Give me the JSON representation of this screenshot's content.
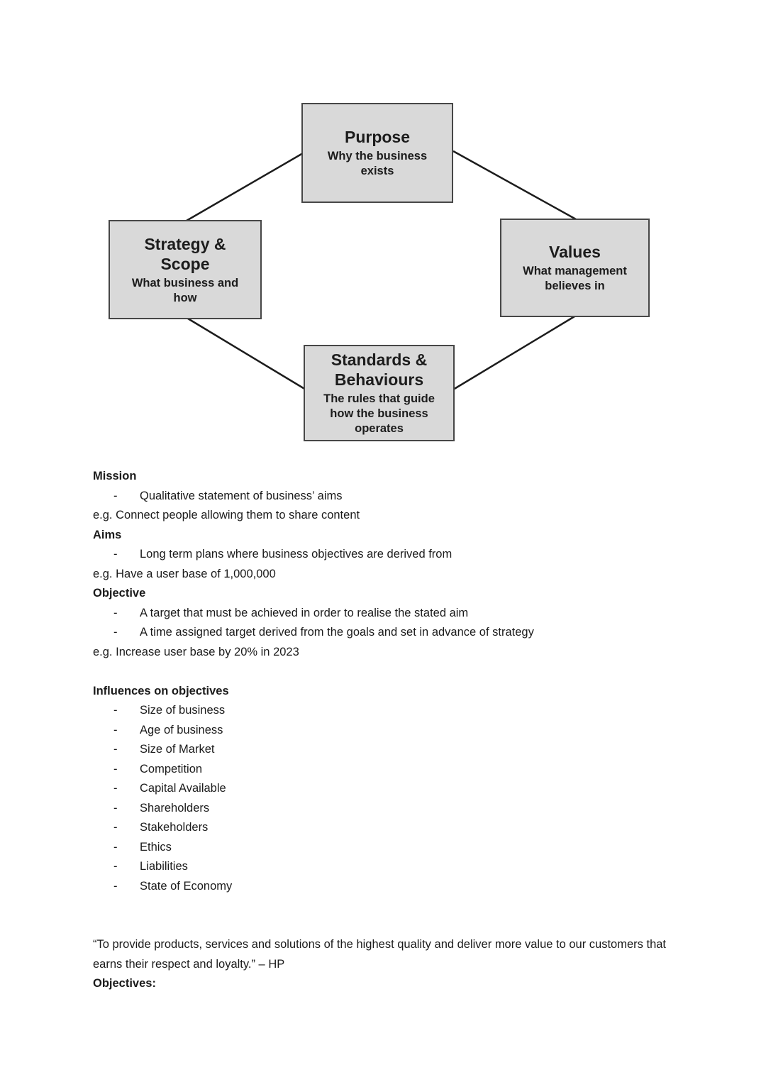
{
  "diagram": {
    "boxes": [
      {
        "title": "Purpose",
        "subtitle": "Why the business\nexists"
      },
      {
        "title": "Strategy &\nScope",
        "subtitle": "What business and\nhow"
      },
      {
        "title": "Values",
        "subtitle": "What management\nbelieves in"
      },
      {
        "title": "Standards &\nBehaviours",
        "subtitle": "The rules that guide\nhow the business\noperates"
      }
    ]
  },
  "notes": {
    "bullet_char": "-",
    "sections": [
      {
        "heading": "Mission",
        "bullets": [
          "Qualitative statement of business’ aims"
        ],
        "example": "e.g. Connect people allowing them to share content"
      },
      {
        "heading": "Aims",
        "bullets": [
          "Long term plans where business objectives are derived from"
        ],
        "example": "e.g. Have a user base of 1,000,000"
      },
      {
        "heading": "Objective",
        "bullets": [
          "A target that must be achieved in order to realise the stated aim",
          "A time assigned target derived from the goals and set in advance of strategy"
        ],
        "example": "e.g. Increase user base by 20% in 2023"
      }
    ],
    "influences": {
      "heading": "Influences on objectives",
      "items": [
        "Size of business",
        "Age of business",
        "Size of Market",
        "Competition",
        "Capital Available",
        "Shareholders",
        "Stakeholders",
        "Ethics",
        "Liabilities",
        "State of Economy"
      ]
    },
    "quote": "“To provide products, services and solutions of the highest quality and deliver more value to our customers that earns their respect and loyalty.” – HP",
    "objectives_heading": "Objectives:"
  },
  "colors": {
    "box_fill": "#d9d9d9",
    "box_border": "#474747",
    "connector_line": "#1c1c1c",
    "text": "#1b1b1b"
  }
}
